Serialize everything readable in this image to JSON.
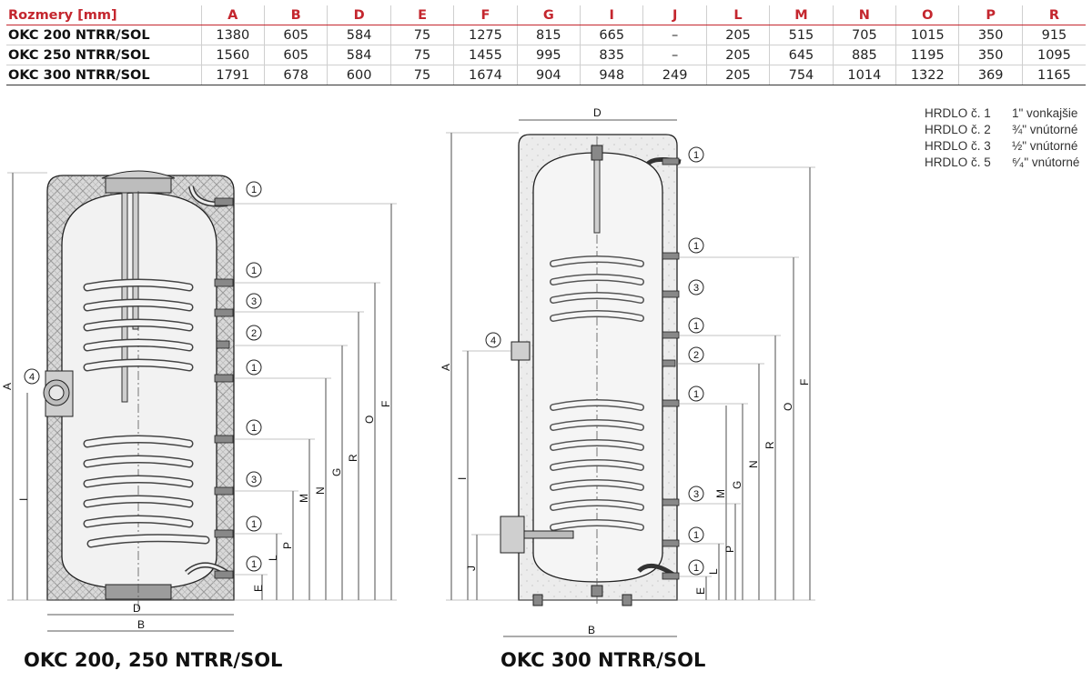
{
  "table": {
    "headers": [
      "Rozmery [mm]",
      "A",
      "B",
      "D",
      "E",
      "F",
      "G",
      "I",
      "J",
      "L",
      "M",
      "N",
      "O",
      "P",
      "R"
    ],
    "rows": [
      [
        "OKC 200 NTRR/SOL",
        "1380",
        "605",
        "584",
        "75",
        "1275",
        "815",
        "665",
        "–",
        "205",
        "515",
        "705",
        "1015",
        "350",
        "915"
      ],
      [
        "OKC 250 NTRR/SOL",
        "1560",
        "605",
        "584",
        "75",
        "1455",
        "995",
        "835",
        "–",
        "205",
        "645",
        "885",
        "1195",
        "350",
        "1095"
      ],
      [
        "OKC 300 NTRR/SOL",
        "1791",
        "678",
        "600",
        "75",
        "1674",
        "904",
        "948",
        "249",
        "205",
        "754",
        "1014",
        "1322",
        "369",
        "1165"
      ]
    ]
  },
  "legend": [
    {
      "label": "HRDLO č. 1",
      "value": "1\" vonkajšie"
    },
    {
      "label": "HRDLO č. 2",
      "value": "¾\" vnútorné"
    },
    {
      "label": "HRDLO č. 3",
      "value": "½\" vnútorné"
    },
    {
      "label": "HRDLO č. 5",
      "value": "⁶⁄₄\" vnútorné"
    }
  ],
  "left_drawing": {
    "caption": "OKC 200, 250 NTRR/SOL",
    "dim_labels": {
      "A": "A",
      "I": "I",
      "D": "D",
      "B": "B",
      "F": "F",
      "O": "O",
      "R": "R",
      "G": "G",
      "N": "N",
      "M": "M",
      "P": "P",
      "L": "L",
      "E": "E"
    },
    "markers": [
      "1",
      "1",
      "3",
      "2",
      "1",
      "1",
      "3",
      "1",
      "1",
      "4"
    ]
  },
  "right_drawing": {
    "caption": "OKC 300 NTRR/SOL",
    "dim_labels": {
      "A": "A",
      "I": "I",
      "J": "J",
      "D": "D",
      "B": "B",
      "F": "F",
      "O": "O",
      "R": "R",
      "N": "N",
      "G": "G",
      "M": "M",
      "P": "P",
      "L": "L",
      "E": "E"
    },
    "markers": [
      "1",
      "1",
      "3",
      "1",
      "2",
      "1",
      "3",
      "1",
      "1",
      "4"
    ]
  },
  "colors": {
    "accent": "#c4262e",
    "insulation": "#d8d8d8",
    "line": "#222222"
  }
}
